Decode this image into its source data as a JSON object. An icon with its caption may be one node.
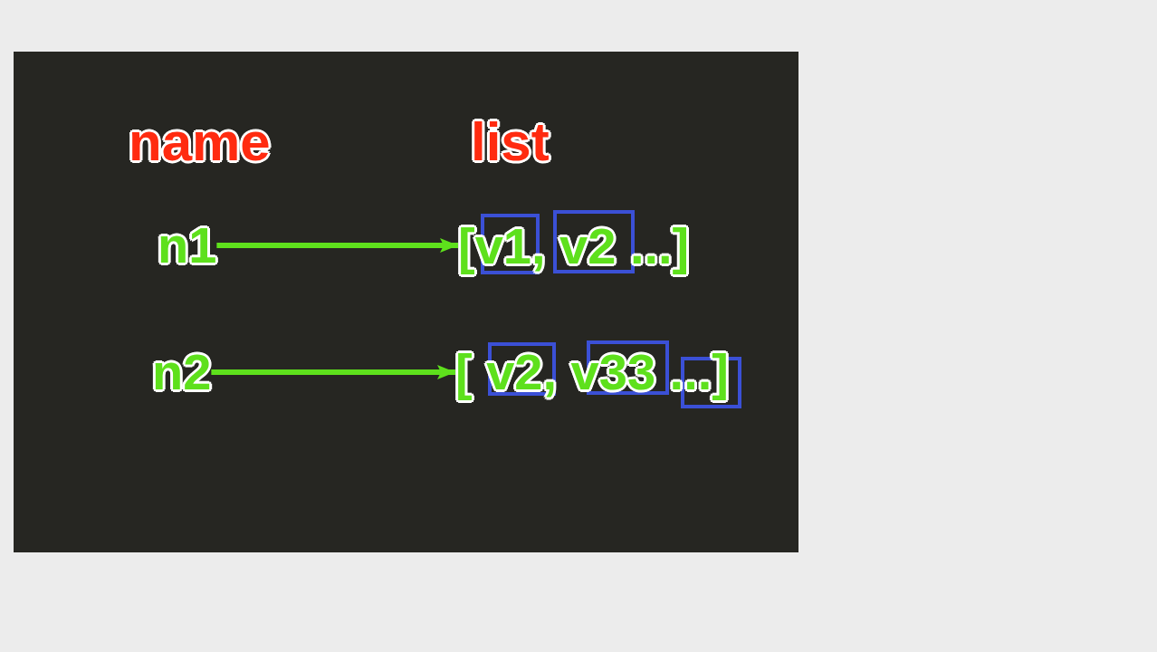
{
  "diagram": {
    "nodes": [
      {
        "text": [
          "n1"
        ]
      },
      {
        "text": [
          "[v1, v2 ...]"
        ]
      },
      {
        "text": [
          "n2"
        ]
      },
      {
        "text": [
          "[ v2, v33 ...]"
        ]
      }
    ],
    "edges": [
      {
        "from": 0,
        "to": 1,
        "arrow": "to"
      },
      {
        "from": 2,
        "to": 3,
        "arrow": "to"
      }
    ],
    "labels": [
      "name",
      "list"
    ]
  }
}
